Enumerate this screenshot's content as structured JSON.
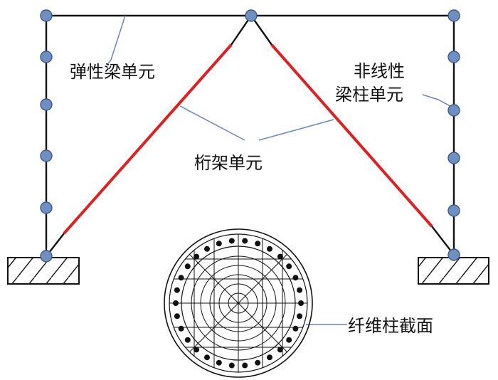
{
  "labels": {
    "elastic_beam": "弹性梁单元",
    "nonlinear_line1": "非线性",
    "nonlinear_line2": "梁柱单元",
    "truss": "桁架单元",
    "fiber_section": "纤维柱截面"
  },
  "colors": {
    "frame": "#111111",
    "truss": "#e02020",
    "node_fill": "#6f8fc0",
    "node_stroke": "#3d5a8a",
    "leader": "#6a86c0"
  }
}
